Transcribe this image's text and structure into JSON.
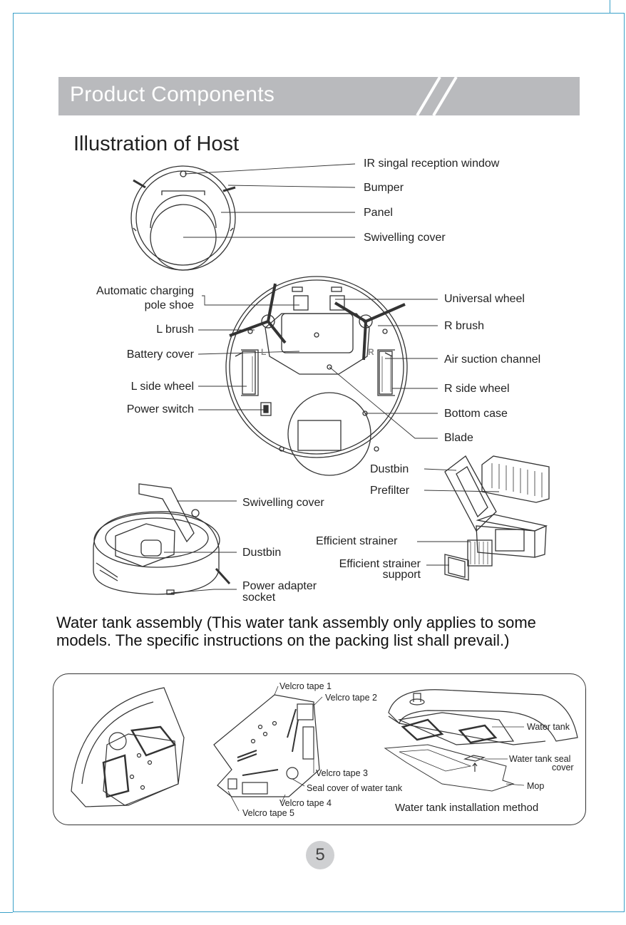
{
  "header": {
    "banner_title": "Product Components",
    "section_title": "Illustration of Host"
  },
  "top_labels": {
    "ir_window": "IR singal reception window",
    "bumper": "Bumper",
    "panel": "Panel",
    "swivelling_cover": "Swivelling cover"
  },
  "bottom_view": {
    "auto_charging_1": "Automatic charging",
    "auto_charging_2": "pole shoe",
    "l_brush": "L brush",
    "battery_cover": "Battery cover",
    "l_side_wheel": "L side wheel",
    "power_switch": "Power switch",
    "universal_wheel": "Universal wheel",
    "r_brush": "R brush",
    "air_suction": "Air suction channel",
    "r_side_wheel": "R side wheel",
    "bottom_case": "Bottom case",
    "blade": "Blade",
    "mark_l": "L",
    "mark_r": "R"
  },
  "side_view": {
    "swivelling_cover": "Swivelling cover",
    "dustbin": "Dustbin",
    "power_adapter_1": "Power adapter",
    "power_adapter_2": "socket"
  },
  "dustbin_parts": {
    "dustbin": "Dustbin",
    "prefilter": "Prefilter",
    "efficient_strainer": "Efficient strainer",
    "strainer_support_1": "Efficient strainer",
    "strainer_support_2": "support"
  },
  "water_tank": {
    "paragraph": "Water tank assembly (This water tank assembly only applies to some models. The specific instructions on the packing list shall prevail.)",
    "velcro1": "Velcro tape 1",
    "velcro2": "Velcro tape 2",
    "velcro3": "Velcro tape 3",
    "seal_cover": "Seal cover of water tank",
    "velcro4": "Velcro tape 4",
    "velcro5": "Velcro tape 5",
    "water_tank": "Water tank",
    "seal_cover_right_1": "Water tank seal",
    "seal_cover_right_2": "cover",
    "mop": "Mop",
    "install_method": "Water tank installation method"
  },
  "page_number": "5"
}
